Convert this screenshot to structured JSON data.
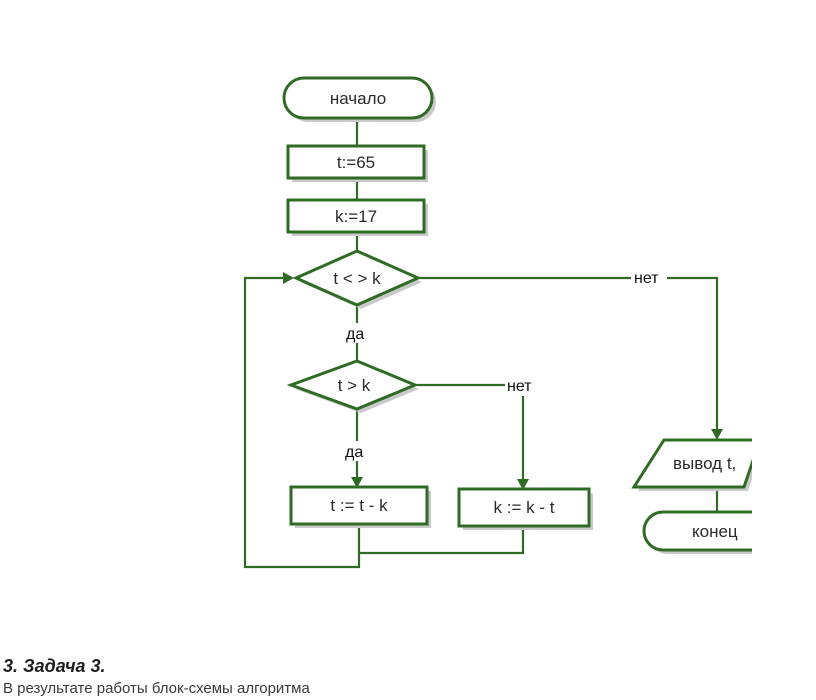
{
  "flowchart": {
    "start_label": "начало",
    "assign_t": "t:=65",
    "assign_k": "k:=17",
    "loop_condition": "t < > k",
    "inner_condition": "t > k",
    "then_action": "t := t - k",
    "else_action": "k := k - t",
    "output_label": "вывод t,",
    "end_label": "конец",
    "yes_label": "да",
    "no_label": "нет"
  },
  "colors": {
    "stroke": "#2f6b24",
    "fill": "#ffffff"
  },
  "task": {
    "title": "3. Задача 3.",
    "text": "В результате работы блок-схемы алгоритма"
  }
}
